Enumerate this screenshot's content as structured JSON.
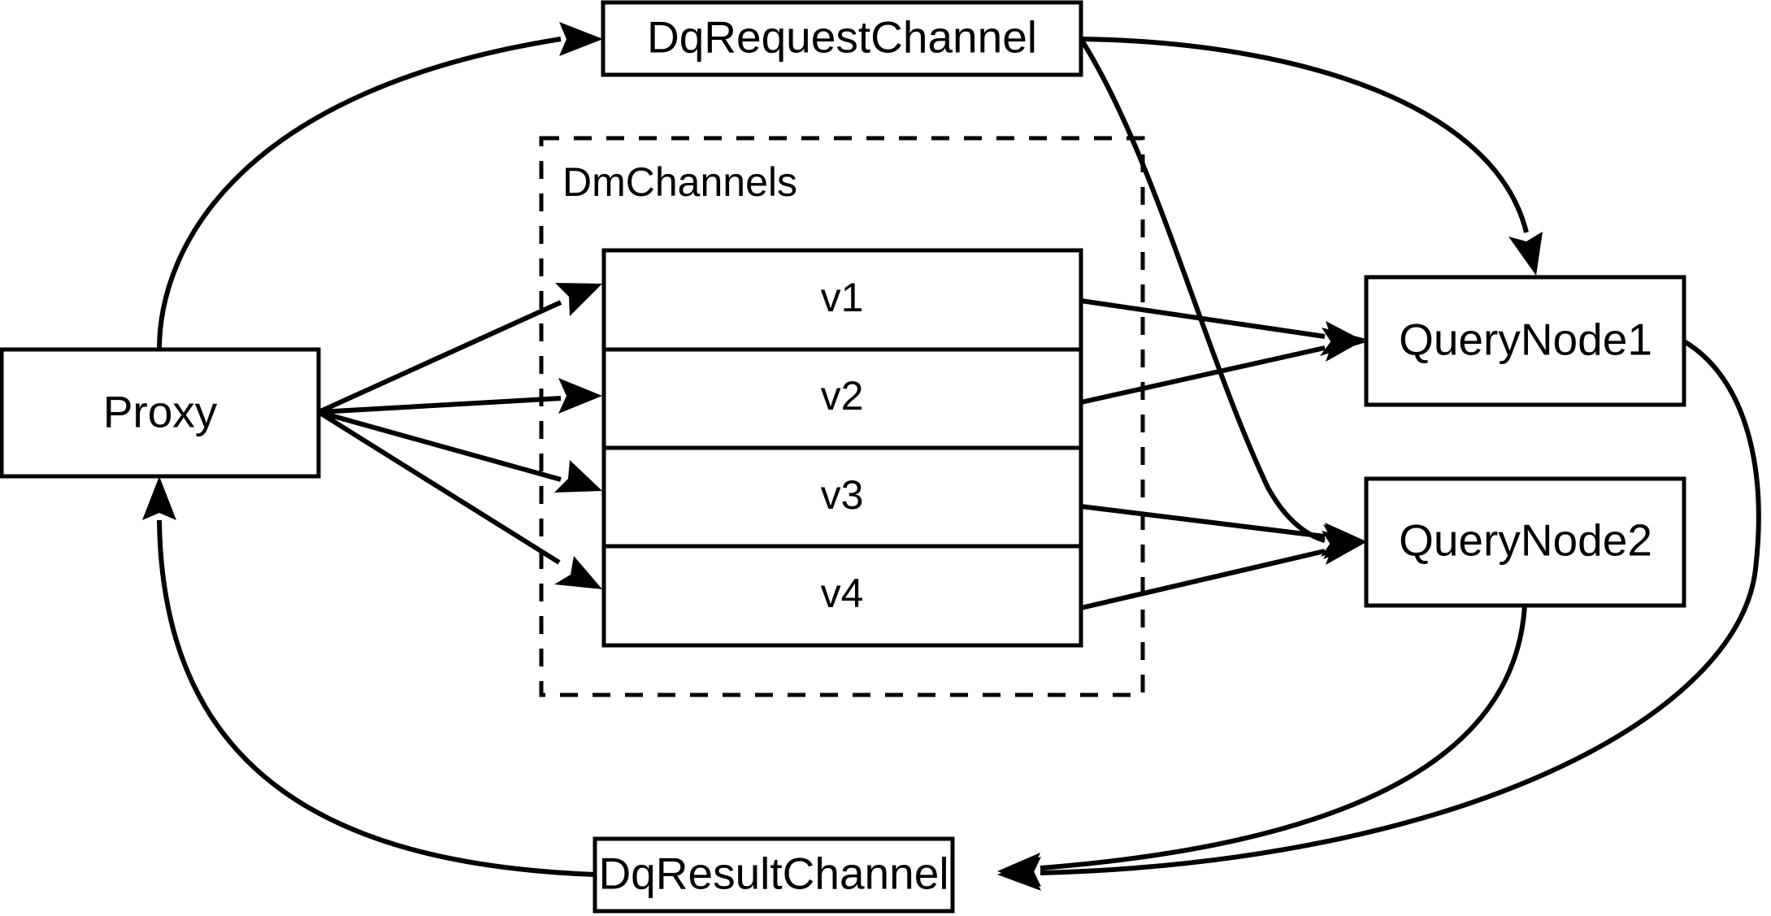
{
  "diagram": {
    "title": "Milvus distributed query message-channel dataflow",
    "background_color": "#ffffff",
    "stroke_color": "#000000",
    "nodes": {
      "proxy": {
        "label": "Proxy"
      },
      "dq_request_channel": {
        "label": "DqRequestChannel"
      },
      "dq_result_channel": {
        "label": "DqResultChannel"
      },
      "query_node_1": {
        "label": "QueryNode1"
      },
      "query_node_2": {
        "label": "QueryNode2"
      },
      "dm_channels_group": {
        "label": "DmChannels"
      }
    },
    "dm_channels": [
      {
        "label": "v1"
      },
      {
        "label": "v2"
      },
      {
        "label": "v3"
      },
      {
        "label": "v4"
      }
    ],
    "edges": [
      {
        "from": "Proxy",
        "to": "DqRequestChannel"
      },
      {
        "from": "Proxy",
        "to": "v1"
      },
      {
        "from": "Proxy",
        "to": "v2"
      },
      {
        "from": "Proxy",
        "to": "v3"
      },
      {
        "from": "Proxy",
        "to": "v4"
      },
      {
        "from": "DqRequestChannel",
        "to": "QueryNode1"
      },
      {
        "from": "DqRequestChannel",
        "to": "QueryNode2"
      },
      {
        "from": "v1",
        "to": "QueryNode1"
      },
      {
        "from": "v2",
        "to": "QueryNode1"
      },
      {
        "from": "v3",
        "to": "QueryNode2"
      },
      {
        "from": "v4",
        "to": "QueryNode2"
      },
      {
        "from": "QueryNode1",
        "to": "DqResultChannel"
      },
      {
        "from": "QueryNode2",
        "to": "DqResultChannel"
      },
      {
        "from": "DqResultChannel",
        "to": "Proxy"
      }
    ]
  }
}
